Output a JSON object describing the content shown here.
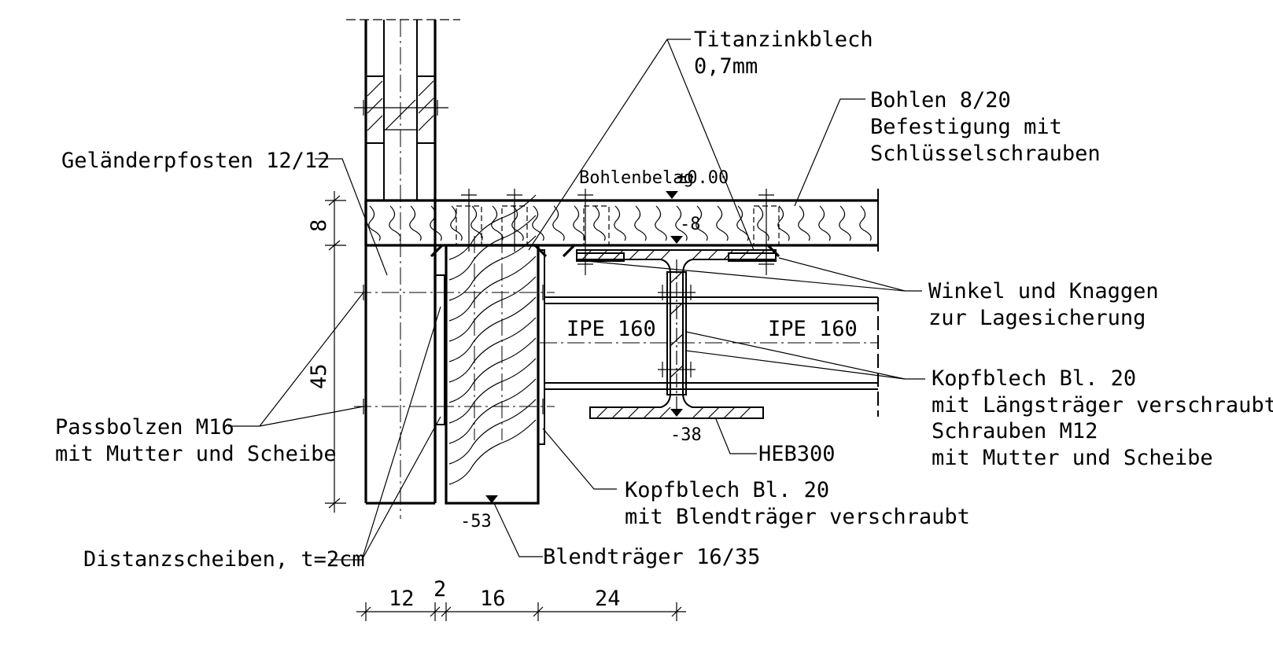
{
  "labels": {
    "titanzink_line1": "Titanzinkblech",
    "titanzink_line2": "0,7mm",
    "bohlen_line1": "Bohlen 8/20",
    "bohlen_line2": "Befestigung mit",
    "bohlen_line3": "Schlüsselschrauben",
    "gelaender": "Geländerpfosten 12/12",
    "bohlenbelag": "Bohlenbelag",
    "level_zero": "±0.00",
    "level_minus8": "-8",
    "ipe_left": "IPE 160",
    "ipe_right": "IPE 160",
    "winkel_line1": "Winkel und Knaggen",
    "winkel_line2": "zur Lagesicherung",
    "kopfblech_right_line1": "Kopfblech Bl. 20",
    "kopfblech_right_line2": "mit Längsträger verschraubt",
    "kopfblech_right_line3": "Schrauben M12",
    "kopfblech_right_line4": "mit Mutter und Scheibe",
    "passbolzen_line1": "Passbolzen M16",
    "passbolzen_line2": "mit Mutter und Scheibe",
    "heb": "HEB300",
    "level_minus38": "-38",
    "kopfblech_mid_line1": "Kopfblech Bl. 20",
    "kopfblech_mid_line2": "mit Blendträger verschraubt",
    "level_minus53": "-53",
    "blendtraeger": "Blendträger 16/35",
    "distanz": "Distanzscheiben, t=2cm"
  },
  "dimensions": {
    "height_8": "8",
    "height_45": "45",
    "width_12": "12",
    "width_2": "2",
    "width_16": "16",
    "width_24": "24"
  }
}
